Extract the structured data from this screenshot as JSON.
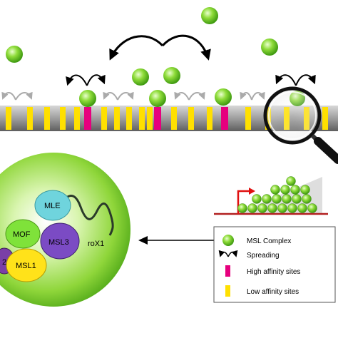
{
  "complex": {
    "proteins": {
      "mle": "MLE",
      "mof": "MOF",
      "msl3": "MSL3",
      "msl1": "MSL1",
      "msl2_fragment": "2"
    },
    "rna": "roX1"
  },
  "legend": {
    "items": [
      {
        "label": "MSL Complex",
        "icon": "green-sphere-icon"
      },
      {
        "label": "Spreading",
        "icon": "curved-arrows-icon"
      },
      {
        "label": "High affinity sites",
        "icon": "magenta-bar-icon",
        "color": "#e6007e"
      },
      {
        "label": "Low affinity sites",
        "icon": "yellow-bar-icon",
        "color": "#ffe000"
      }
    ]
  },
  "colors": {
    "high_affinity": "#e6007e",
    "low_affinity": "#ffe000",
    "msl_complex": "#5fbf1f",
    "chromatin": "#9a9a9a"
  }
}
